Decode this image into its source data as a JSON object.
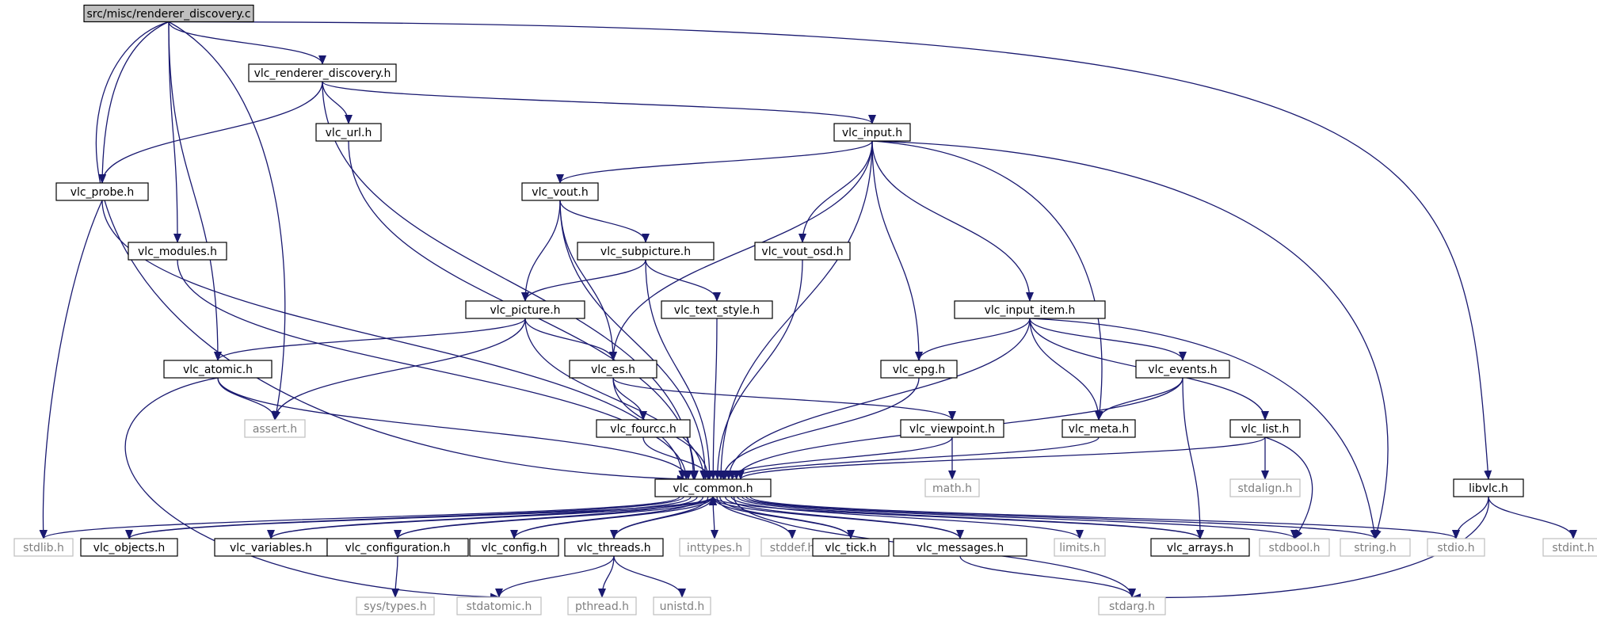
{
  "diagram": {
    "type": "include-dependency-graph",
    "colors": {
      "edge": "#191970",
      "root_fill": "#bfbfbf",
      "node_border": "#000000",
      "external_border": "#bfbfbf",
      "external_text": "#7f7f7f"
    },
    "nodes": [
      {
        "id": "root",
        "label": "src/misc/renderer_discovery.c",
        "kind": "root"
      },
      {
        "id": "vlc_renderer_discovery",
        "label": "vlc_renderer_discovery.h",
        "kind": "header"
      },
      {
        "id": "vlc_url",
        "label": "vlc_url.h",
        "kind": "header"
      },
      {
        "id": "vlc_input",
        "label": "vlc_input.h",
        "kind": "header"
      },
      {
        "id": "vlc_probe",
        "label": "vlc_probe.h",
        "kind": "header"
      },
      {
        "id": "vlc_modules",
        "label": "vlc_modules.h",
        "kind": "header"
      },
      {
        "id": "vlc_vout",
        "label": "vlc_vout.h",
        "kind": "header"
      },
      {
        "id": "vlc_subpicture",
        "label": "vlc_subpicture.h",
        "kind": "header"
      },
      {
        "id": "vlc_vout_osd",
        "label": "vlc_vout_osd.h",
        "kind": "header"
      },
      {
        "id": "vlc_picture",
        "label": "vlc_picture.h",
        "kind": "header"
      },
      {
        "id": "vlc_text_style",
        "label": "vlc_text_style.h",
        "kind": "header"
      },
      {
        "id": "vlc_input_item",
        "label": "vlc_input_item.h",
        "kind": "header"
      },
      {
        "id": "vlc_atomic",
        "label": "vlc_atomic.h",
        "kind": "header"
      },
      {
        "id": "vlc_es",
        "label": "vlc_es.h",
        "kind": "header"
      },
      {
        "id": "vlc_epg",
        "label": "vlc_epg.h",
        "kind": "header"
      },
      {
        "id": "vlc_events",
        "label": "vlc_events.h",
        "kind": "header"
      },
      {
        "id": "assert",
        "label": "assert.h",
        "kind": "external"
      },
      {
        "id": "vlc_fourcc",
        "label": "vlc_fourcc.h",
        "kind": "header"
      },
      {
        "id": "vlc_viewpoint",
        "label": "vlc_viewpoint.h",
        "kind": "header"
      },
      {
        "id": "vlc_meta",
        "label": "vlc_meta.h",
        "kind": "header"
      },
      {
        "id": "vlc_list",
        "label": "vlc_list.h",
        "kind": "header"
      },
      {
        "id": "vlc_common",
        "label": "vlc_common.h",
        "kind": "header"
      },
      {
        "id": "math",
        "label": "math.h",
        "kind": "external"
      },
      {
        "id": "stdalign",
        "label": "stdalign.h",
        "kind": "external"
      },
      {
        "id": "libvlc",
        "label": "libvlc.h",
        "kind": "header"
      },
      {
        "id": "stdlib",
        "label": "stdlib.h",
        "kind": "external"
      },
      {
        "id": "vlc_objects",
        "label": "vlc_objects.h",
        "kind": "header"
      },
      {
        "id": "vlc_variables",
        "label": "vlc_variables.h",
        "kind": "header"
      },
      {
        "id": "vlc_configuration",
        "label": "vlc_configuration.h",
        "kind": "header"
      },
      {
        "id": "vlc_config",
        "label": "vlc_config.h",
        "kind": "header"
      },
      {
        "id": "vlc_threads",
        "label": "vlc_threads.h",
        "kind": "header"
      },
      {
        "id": "inttypes",
        "label": "inttypes.h",
        "kind": "external"
      },
      {
        "id": "stddef",
        "label": "stddef.h",
        "kind": "external"
      },
      {
        "id": "vlc_tick",
        "label": "vlc_tick.h",
        "kind": "header"
      },
      {
        "id": "vlc_messages",
        "label": "vlc_messages.h",
        "kind": "header"
      },
      {
        "id": "limits",
        "label": "limits.h",
        "kind": "external"
      },
      {
        "id": "vlc_arrays",
        "label": "vlc_arrays.h",
        "kind": "header"
      },
      {
        "id": "stdbool",
        "label": "stdbool.h",
        "kind": "external"
      },
      {
        "id": "string",
        "label": "string.h",
        "kind": "external"
      },
      {
        "id": "stdio",
        "label": "stdio.h",
        "kind": "external"
      },
      {
        "id": "stdint",
        "label": "stdint.h",
        "kind": "external"
      },
      {
        "id": "sys_types",
        "label": "sys/types.h",
        "kind": "external"
      },
      {
        "id": "stdatomic",
        "label": "stdatomic.h",
        "kind": "external"
      },
      {
        "id": "pthread",
        "label": "pthread.h",
        "kind": "external"
      },
      {
        "id": "unistd",
        "label": "unistd.h",
        "kind": "external"
      },
      {
        "id": "stdarg",
        "label": "stdarg.h",
        "kind": "external"
      }
    ],
    "edges": [
      {
        "from": "root",
        "to": "vlc_renderer_discovery"
      },
      {
        "from": "root",
        "to": "vlc_probe"
      },
      {
        "from": "root",
        "to": "vlc_modules"
      },
      {
        "from": "root",
        "to": "vlc_atomic"
      },
      {
        "from": "root",
        "to": "assert"
      },
      {
        "from": "root",
        "to": "vlc_common"
      },
      {
        "from": "root",
        "to": "libvlc"
      },
      {
        "from": "vlc_renderer_discovery",
        "to": "vlc_url"
      },
      {
        "from": "vlc_renderer_discovery",
        "to": "vlc_input"
      },
      {
        "from": "vlc_renderer_discovery",
        "to": "vlc_probe"
      },
      {
        "from": "vlc_renderer_discovery",
        "to": "vlc_common"
      },
      {
        "from": "vlc_url",
        "to": "vlc_common"
      },
      {
        "from": "vlc_input",
        "to": "vlc_vout"
      },
      {
        "from": "vlc_input",
        "to": "vlc_vout_osd"
      },
      {
        "from": "vlc_input",
        "to": "vlc_es"
      },
      {
        "from": "vlc_input",
        "to": "vlc_epg"
      },
      {
        "from": "vlc_input",
        "to": "vlc_input_item"
      },
      {
        "from": "vlc_input",
        "to": "vlc_meta"
      },
      {
        "from": "vlc_input",
        "to": "string"
      },
      {
        "from": "vlc_input",
        "to": "vlc_common"
      },
      {
        "from": "vlc_probe",
        "to": "vlc_common"
      },
      {
        "from": "vlc_probe",
        "to": "stdlib"
      },
      {
        "from": "vlc_modules",
        "to": "vlc_common"
      },
      {
        "from": "vlc_vout",
        "to": "vlc_subpicture"
      },
      {
        "from": "vlc_vout",
        "to": "vlc_picture"
      },
      {
        "from": "vlc_vout",
        "to": "vlc_es"
      },
      {
        "from": "vlc_vout",
        "to": "vlc_common"
      },
      {
        "from": "vlc_subpicture",
        "to": "vlc_picture"
      },
      {
        "from": "vlc_subpicture",
        "to": "vlc_text_style"
      },
      {
        "from": "vlc_subpicture",
        "to": "vlc_common"
      },
      {
        "from": "vlc_vout_osd",
        "to": "vlc_common"
      },
      {
        "from": "vlc_picture",
        "to": "vlc_atomic"
      },
      {
        "from": "vlc_picture",
        "to": "assert"
      },
      {
        "from": "vlc_picture",
        "to": "vlc_es"
      },
      {
        "from": "vlc_picture",
        "to": "vlc_common"
      },
      {
        "from": "vlc_text_style",
        "to": "vlc_common"
      },
      {
        "from": "vlc_input_item",
        "to": "vlc_epg"
      },
      {
        "from": "vlc_input_item",
        "to": "vlc_events"
      },
      {
        "from": "vlc_input_item",
        "to": "vlc_meta"
      },
      {
        "from": "vlc_input_item",
        "to": "vlc_list"
      },
      {
        "from": "vlc_input_item",
        "to": "string"
      },
      {
        "from": "vlc_input_item",
        "to": "vlc_common"
      },
      {
        "from": "vlc_atomic",
        "to": "assert"
      },
      {
        "from": "vlc_atomic",
        "to": "vlc_common"
      },
      {
        "from": "vlc_atomic",
        "to": "stdatomic"
      },
      {
        "from": "vlc_es",
        "to": "vlc_fourcc"
      },
      {
        "from": "vlc_es",
        "to": "vlc_viewpoint"
      },
      {
        "from": "vlc_es",
        "to": "vlc_common"
      },
      {
        "from": "vlc_epg",
        "to": "vlc_common"
      },
      {
        "from": "vlc_events",
        "to": "vlc_meta"
      },
      {
        "from": "vlc_events",
        "to": "vlc_arrays"
      },
      {
        "from": "vlc_events",
        "to": "vlc_common"
      },
      {
        "from": "vlc_fourcc",
        "to": "vlc_common"
      },
      {
        "from": "vlc_viewpoint",
        "to": "vlc_common"
      },
      {
        "from": "vlc_viewpoint",
        "to": "math"
      },
      {
        "from": "vlc_meta",
        "to": "vlc_common"
      },
      {
        "from": "vlc_list",
        "to": "vlc_common"
      },
      {
        "from": "vlc_list",
        "to": "stdalign"
      },
      {
        "from": "vlc_list",
        "to": "stdbool"
      },
      {
        "from": "libvlc",
        "to": "stdio"
      },
      {
        "from": "libvlc",
        "to": "stdint"
      },
      {
        "from": "libvlc",
        "to": "stdarg"
      },
      {
        "from": "vlc_common",
        "to": "stdlib"
      },
      {
        "from": "vlc_common",
        "to": "vlc_objects"
      },
      {
        "from": "vlc_common",
        "to": "vlc_variables"
      },
      {
        "from": "vlc_common",
        "to": "vlc_configuration"
      },
      {
        "from": "vlc_common",
        "to": "vlc_config"
      },
      {
        "from": "vlc_common",
        "to": "vlc_threads"
      },
      {
        "from": "vlc_common",
        "to": "inttypes"
      },
      {
        "from": "vlc_common",
        "to": "stddef"
      },
      {
        "from": "vlc_common",
        "to": "vlc_tick"
      },
      {
        "from": "vlc_common",
        "to": "vlc_messages"
      },
      {
        "from": "vlc_common",
        "to": "limits"
      },
      {
        "from": "vlc_common",
        "to": "vlc_arrays"
      },
      {
        "from": "vlc_common",
        "to": "stdbool"
      },
      {
        "from": "vlc_common",
        "to": "string"
      },
      {
        "from": "vlc_common",
        "to": "stdio"
      },
      {
        "from": "vlc_common",
        "to": "stdarg"
      },
      {
        "from": "vlc_objects",
        "to": "vlc_common"
      },
      {
        "from": "vlc_variables",
        "to": "vlc_common"
      },
      {
        "from": "vlc_configuration",
        "to": "vlc_common"
      },
      {
        "from": "vlc_configuration",
        "to": "sys_types"
      },
      {
        "from": "vlc_config",
        "to": "vlc_common"
      },
      {
        "from": "vlc_threads",
        "to": "vlc_common"
      },
      {
        "from": "vlc_threads",
        "to": "stdatomic"
      },
      {
        "from": "vlc_threads",
        "to": "pthread"
      },
      {
        "from": "vlc_threads",
        "to": "unistd"
      },
      {
        "from": "vlc_tick",
        "to": "vlc_common"
      },
      {
        "from": "vlc_messages",
        "to": "vlc_common"
      },
      {
        "from": "vlc_messages",
        "to": "stdarg"
      },
      {
        "from": "vlc_arrays",
        "to": "vlc_common"
      }
    ]
  }
}
